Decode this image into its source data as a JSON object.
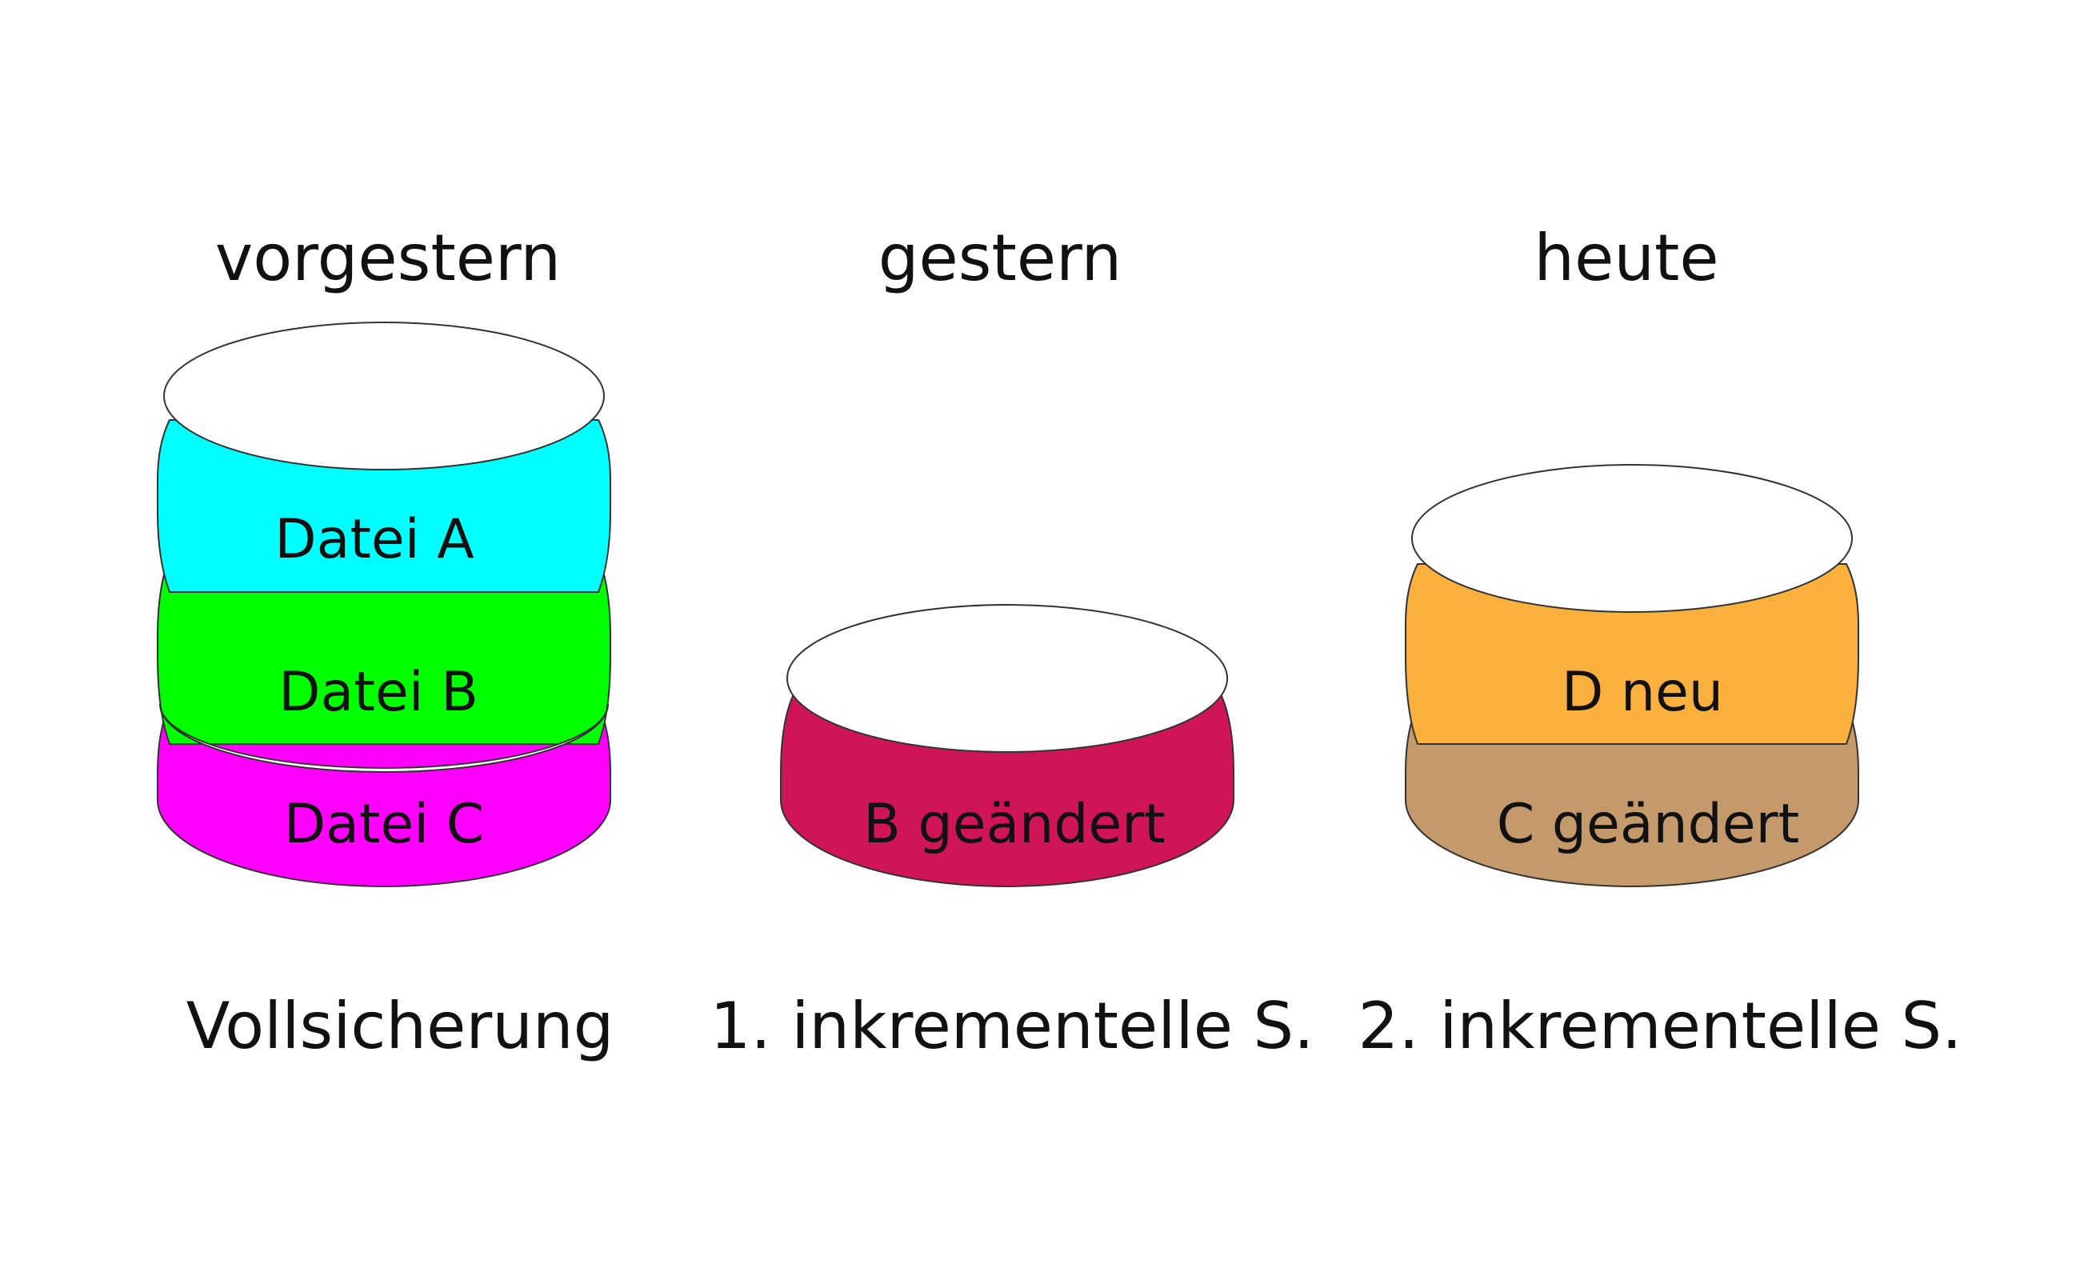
{
  "columns": [
    {
      "day": "vorgestern",
      "backup_type": "Vollsicherung",
      "layers": [
        {
          "label": "Datei A",
          "color": "#00ffff"
        },
        {
          "label": "Datei B",
          "color": "#00ff00"
        },
        {
          "label": "Datei C",
          "color": "#ff00ff"
        }
      ]
    },
    {
      "day": "gestern",
      "backup_type": "1. inkrementelle S.",
      "layers": [
        {
          "label": "B geändert",
          "color": "#d0145a"
        }
      ]
    },
    {
      "day": "heute",
      "backup_type": "2. inkrementelle S.",
      "layers": [
        {
          "label": "D neu",
          "color": "#f9b03c"
        },
        {
          "label": "C geändert",
          "color": "#c49a6c"
        }
      ]
    }
  ]
}
